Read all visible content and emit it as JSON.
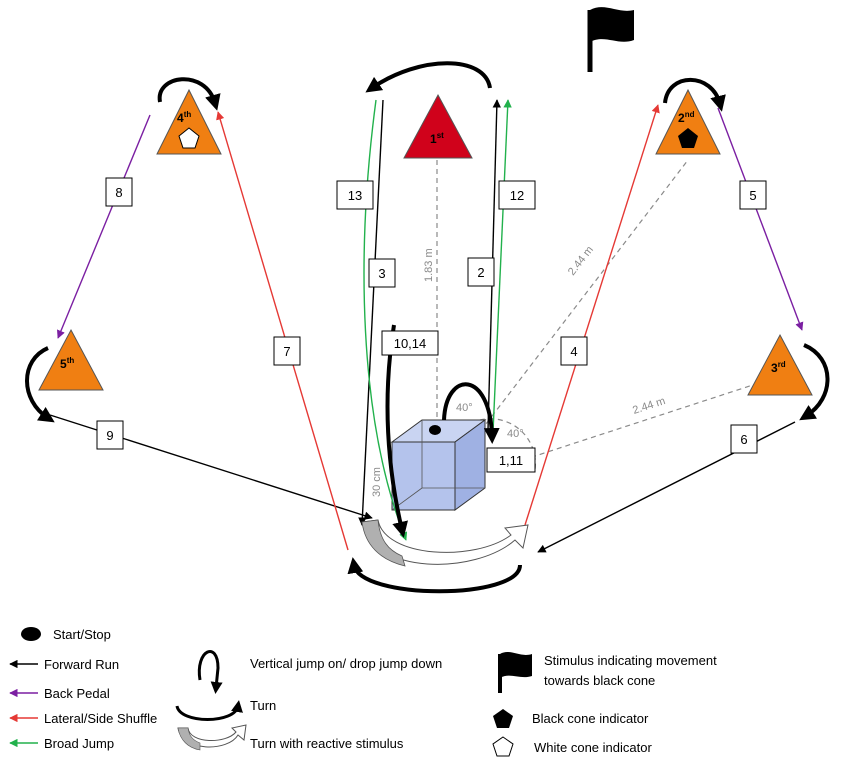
{
  "colors": {
    "forward_run": "#000000",
    "back_pedal": "#7b1fa2",
    "lateral_shuffle": "#e53935",
    "broad_jump": "#22b14c",
    "cone_orange": "#f07f12",
    "cone_red": "#d0021b",
    "box_fill": "#b4c3ec",
    "dashed": "#8a8a8a"
  },
  "cones": [
    {
      "order": "1",
      "suffix": "st",
      "color": "red",
      "marker": "none"
    },
    {
      "order": "2",
      "suffix": "nd",
      "color": "orange",
      "marker": "black-pentagon"
    },
    {
      "order": "3",
      "suffix": "rd",
      "color": "orange",
      "marker": "none"
    },
    {
      "order": "4",
      "suffix": "th",
      "color": "orange",
      "marker": "white-pentagon"
    },
    {
      "order": "5",
      "suffix": "th",
      "color": "orange",
      "marker": "none"
    }
  ],
  "step_labels": [
    "1,11",
    "2",
    "3",
    "4",
    "5",
    "6",
    "7",
    "8",
    "9",
    "10,14",
    "12",
    "13"
  ],
  "measurements": {
    "dist_first": "1.83 m",
    "dist_second": "2.44 m",
    "dist_third": "2.44 m",
    "box_height": "30 cm",
    "angle_left": "40°",
    "angle_right": "40°"
  },
  "legend": {
    "start_stop": "Start/Stop",
    "forward_run": "Forward Run",
    "back_pedal": "Back Pedal",
    "lateral_shuffle": "Lateral/Side Shuffle",
    "broad_jump": "Broad Jump",
    "vertical_jump": "Vertical jump on/ drop jump down",
    "turn": "Turn",
    "turn_reactive": "Turn with reactive stimulus",
    "stimulus_line1": "Stimulus indicating movement",
    "stimulus_line2": "towards black cone",
    "black_cone": "Black cone indicator",
    "white_cone": "White cone indicator"
  }
}
